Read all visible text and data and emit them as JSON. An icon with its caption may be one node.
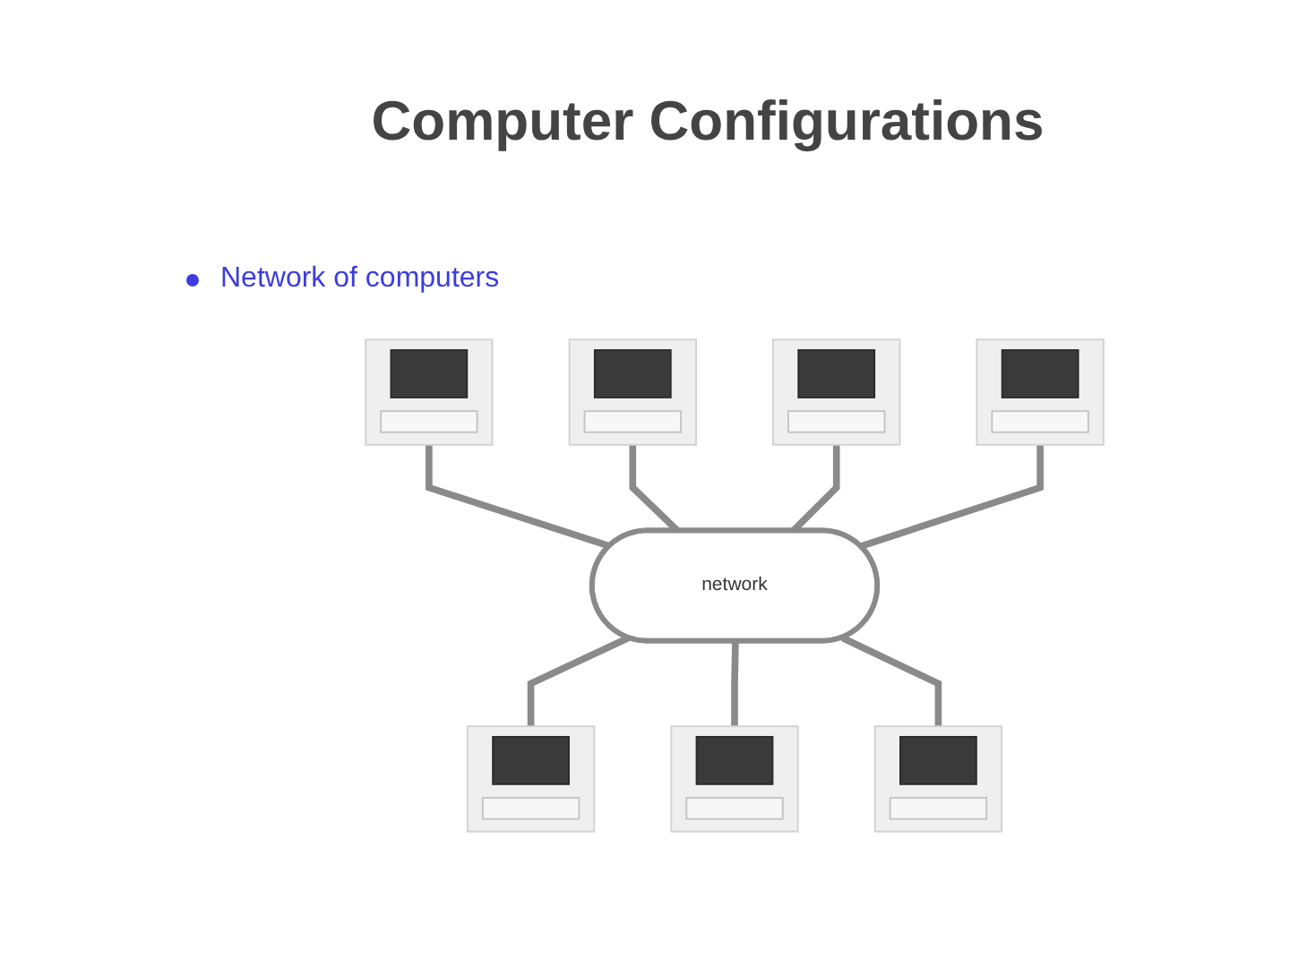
{
  "diagram": {
    "title": "Computer Configurations",
    "nodes": [
      {
        "text": [
          "network"
        ]
      },
      {
        "text": [],
        "shape": "picture"
      },
      {
        "text": [],
        "shape": "picture"
      },
      {
        "text": [],
        "shape": "picture"
      },
      {
        "text": [],
        "shape": "picture"
      },
      {
        "text": [],
        "shape": "picture"
      },
      {
        "text": [],
        "shape": "picture"
      },
      {
        "text": [],
        "shape": "picture"
      }
    ],
    "edges": [
      {
        "from": 1,
        "to": 0,
        "arrow": "none"
      },
      {
        "from": 2,
        "to": 0,
        "arrow": "none"
      },
      {
        "from": 3,
        "to": 0,
        "arrow": "none"
      },
      {
        "from": 4,
        "to": 0,
        "arrow": "none"
      },
      {
        "from": 0,
        "to": 5,
        "arrow": "none"
      },
      {
        "from": 0,
        "to": 6,
        "arrow": "none"
      },
      {
        "from": 0,
        "to": 7,
        "arrow": "none"
      }
    ],
    "labels": [
      "Network of computers"
    ]
  }
}
